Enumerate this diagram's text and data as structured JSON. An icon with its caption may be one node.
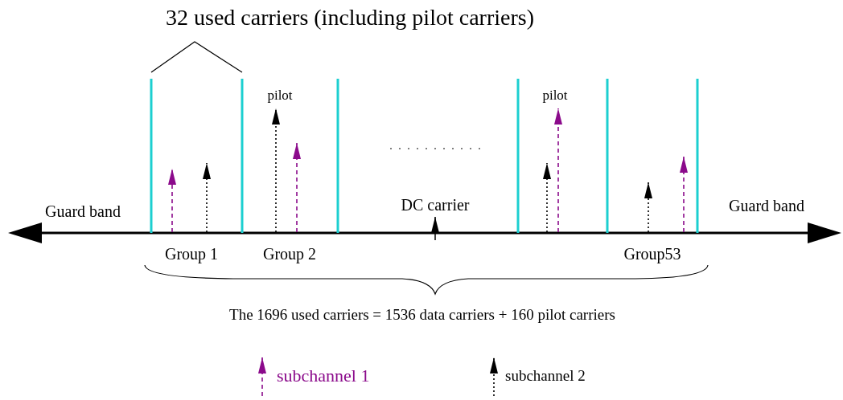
{
  "diagram": {
    "labels": [
      "32 used carriers (including pilot carriers)",
      "pilot",
      "pilot",
      "Guard band",
      "DC carrier",
      "Guard band",
      "Group 1",
      "Group 2",
      "Group53",
      "The 1696 used carriers = 1536 data carriers + 160 pilot carriers"
    ],
    "legend": [
      {
        "text": "subchannel 1"
      },
      {
        "text": "subchannel 2"
      }
    ]
  }
}
